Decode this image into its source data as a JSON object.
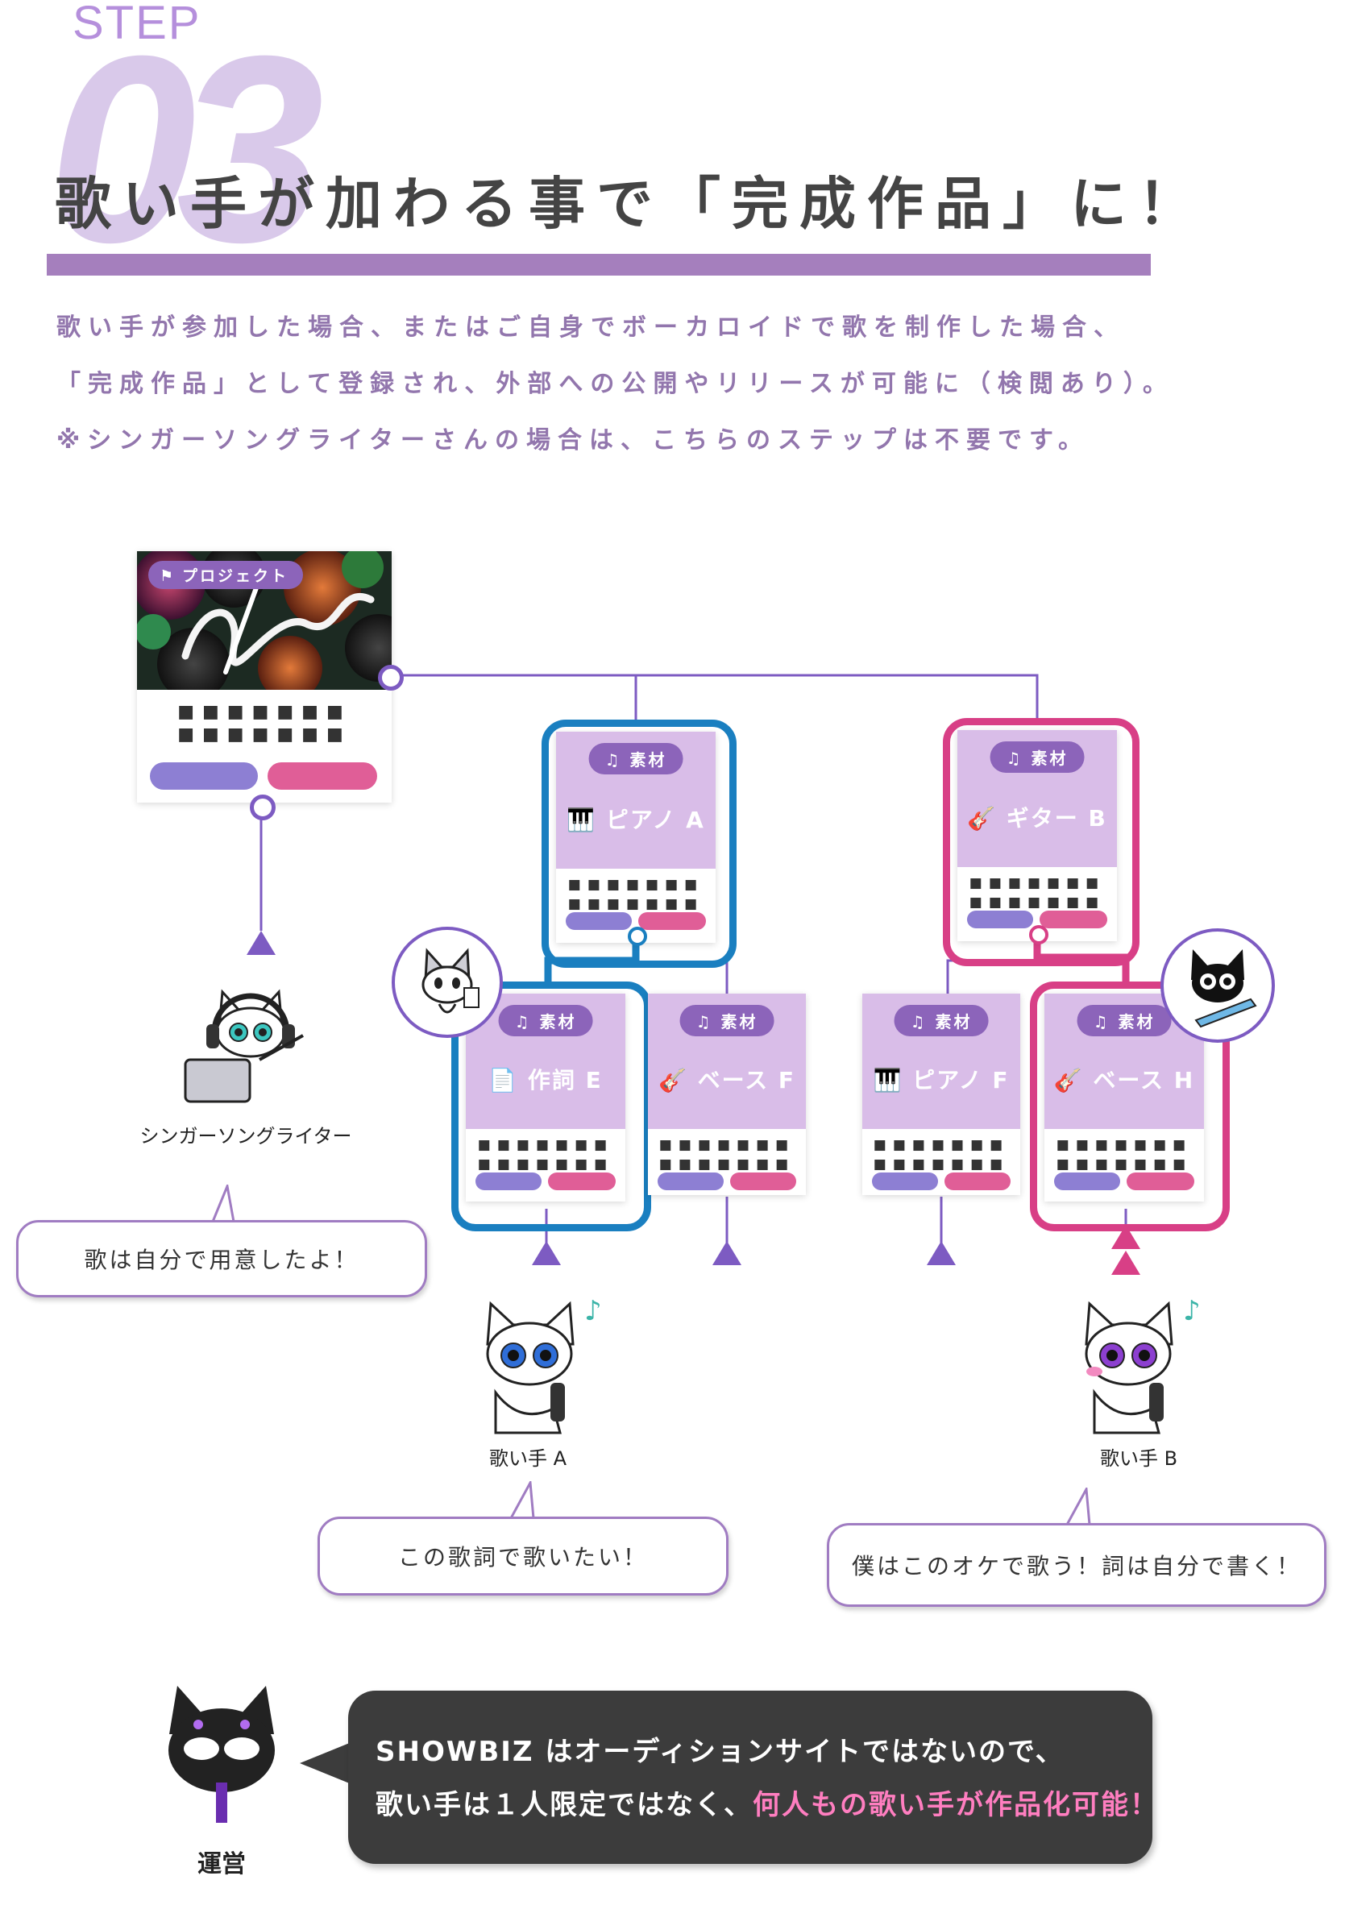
{
  "step": {
    "label": "STEP",
    "number": "03"
  },
  "heading": "歌い手が加わる事で「完成作品」に！",
  "description": [
    "歌い手が参加した場合、またはご自身でボーカロイドで歌を制作した場合、",
    "「完成作品」として登録され、外部への公開やリリースが可能に（検閲あり）。",
    "※シンガーソングライターさんの場合は、こちらのステップは不要です。"
  ],
  "project": {
    "badge": "プロジェクト",
    "dots": "■■■■■■■\n■■■■■■■"
  },
  "cards": [
    {
      "badge": "素材",
      "name": "ピアノ A",
      "icon": "piano-icon"
    },
    {
      "badge": "素材",
      "name": "ギター B",
      "icon": "guitar-icon"
    },
    {
      "badge": "素材",
      "name": "作詞 E",
      "icon": "document-icon"
    },
    {
      "badge": "素材",
      "name": "ベース F",
      "icon": "guitar-icon"
    },
    {
      "badge": "素材",
      "name": "ピアノ F",
      "icon": "piano-icon"
    },
    {
      "badge": "素材",
      "name": "ベース H",
      "icon": "guitar-icon"
    }
  ],
  "card_dots": "■■■■■■■\n■■■■■■■",
  "characters": {
    "ssw": "シンガーソングライター",
    "singer_a": "歌い手 A",
    "singer_b": "歌い手 B",
    "ops": "運営"
  },
  "bubbles": {
    "ssw": "歌は自分で用意したよ！",
    "singer_a": "この歌詞で歌いたい！",
    "singer_b": "僕はこのオケで歌う！詞は自分で書く！"
  },
  "ops_message": {
    "line1": "SHOWBIZ はオーディションサイトではないので、",
    "line2_plain": "歌い手は１人限定ではなく、",
    "line2_highlight": "何人もの歌い手が作品化可能！"
  },
  "colors": {
    "purple_accent": "#7d5bc2",
    "card_top": "#d9bde8",
    "frame_blue": "#1a7fc0",
    "frame_pink": "#d83f86",
    "pill_blue": "#8d7fd3",
    "pill_pink": "#e05e97",
    "highlight_pink": "#ff7ec0"
  }
}
